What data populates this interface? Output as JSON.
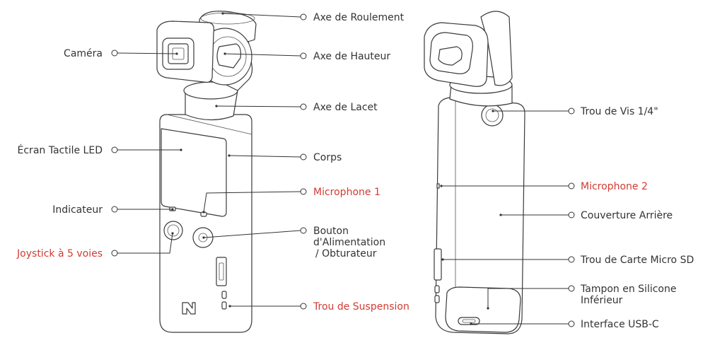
{
  "callouts": {
    "axe_roulement": {
      "text": "Axe de Roulement",
      "highlight": false
    },
    "axe_hauteur": {
      "text": "Axe de Hauteur",
      "highlight": false
    },
    "camera": {
      "text": "Caméra",
      "highlight": false
    },
    "axe_lacet": {
      "text": "Axe de Lacet",
      "highlight": false
    },
    "ecran": {
      "text": "Écran Tactile LED",
      "highlight": false
    },
    "corps": {
      "text": "Corps",
      "highlight": false
    },
    "microphone1": {
      "text": "Microphone 1",
      "highlight": true
    },
    "indicateur": {
      "text": "Indicateur",
      "highlight": false
    },
    "bouton_line1": {
      "text": "Bouton",
      "highlight": false
    },
    "bouton_line2": {
      "text": "d'Alimentation",
      "highlight": false
    },
    "bouton_line3": {
      "text": "/ Obturateur",
      "highlight": false
    },
    "joystick": {
      "text": "Joystick à 5 voies",
      "highlight": true
    },
    "trou_suspension": {
      "text": "Trou de Suspension",
      "highlight": true
    },
    "trou_vis": {
      "text": "Trou de Vis 1/4\"",
      "highlight": false
    },
    "microphone2": {
      "text": "Microphone 2",
      "highlight": true
    },
    "couverture": {
      "text": "Couverture Arrière",
      "highlight": false
    },
    "carte_sd": {
      "text": "Trou de Carte Micro SD",
      "highlight": false
    },
    "tampon_line1": {
      "text": "Tampon en Silicone",
      "highlight": false
    },
    "tampon_line2": {
      "text": "Inférieur",
      "highlight": false
    },
    "usb": {
      "text": "Interface USB-C",
      "highlight": false
    }
  },
  "colors": {
    "line": "#333333",
    "highlight": "#d23b32",
    "background": "#ffffff"
  }
}
